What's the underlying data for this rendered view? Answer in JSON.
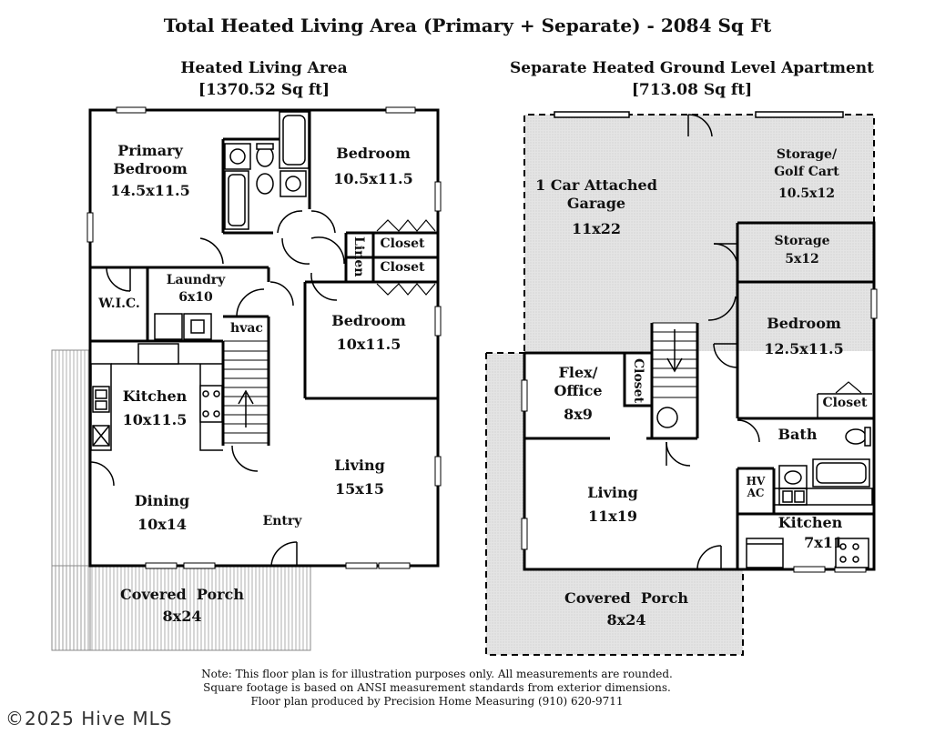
{
  "title": "Total Heated Living Area (Primary + Separate) - 2084 Sq Ft",
  "left_plan": {
    "heading": "Heated Living Area",
    "area": "[1370.52 Sq ft]",
    "rooms": {
      "primary_bedroom": {
        "name_line1": "Primary",
        "name_line2": "Bedroom",
        "size": "14.5x11.5"
      },
      "bedroom_top": {
        "name": "Bedroom",
        "size": "10.5x11.5"
      },
      "closet_1": {
        "name": "Closet"
      },
      "closet_2": {
        "name": "Closet"
      },
      "linen": {
        "name": "Linen"
      },
      "wic": {
        "name": "W.I.C."
      },
      "laundry": {
        "name": "Laundry",
        "size": "6x10"
      },
      "hvac": {
        "name": "hvac"
      },
      "bedroom_mid": {
        "name": "Bedroom",
        "size": "10x11.5"
      },
      "kitchen": {
        "name": "Kitchen",
        "size": "10x11.5"
      },
      "living": {
        "name": "Living",
        "size": "15x15"
      },
      "dining": {
        "name": "Dining",
        "size": "10x14"
      },
      "entry": {
        "name": "Entry"
      },
      "porch": {
        "name": "Covered  Porch",
        "size": "8x24"
      }
    }
  },
  "right_plan": {
    "heading": "Separate Heated Ground Level Apartment",
    "area": "[713.08 Sq ft]",
    "rooms": {
      "garage": {
        "name_line1": "1 Car Attached",
        "name_line2": "Garage",
        "size": "11x22"
      },
      "storage_golf": {
        "name_line1": "Storage/",
        "name_line2": "Golf Cart",
        "size": "10.5x12"
      },
      "storage": {
        "name": "Storage",
        "size": "5x12"
      },
      "bedroom": {
        "name": "Bedroom",
        "size": "12.5x11.5"
      },
      "closet_bed": {
        "name": "Closet"
      },
      "flex": {
        "name_line1": "Flex/",
        "name_line2": "Office",
        "size": "8x9"
      },
      "closet_flex": {
        "name": "Closet"
      },
      "bath": {
        "name": "Bath"
      },
      "hvac": {
        "name_line1": "HV",
        "name_line2": "AC"
      },
      "living": {
        "name": "Living",
        "size": "11x19"
      },
      "kitchen": {
        "name": "Kitchen",
        "size": "7x11"
      },
      "porch": {
        "name": "Covered  Porch",
        "size": "8x24"
      }
    }
  },
  "notes": [
    "Note: This floor plan is for illustration purposes only. All measurements are rounded.",
    "Square footage is based on ANSI measurement standards from exterior dimensions.",
    "Floor plan produced by Precision Home Measuring (910) 620-9711"
  ],
  "watermark": "©2025 Hive MLS"
}
